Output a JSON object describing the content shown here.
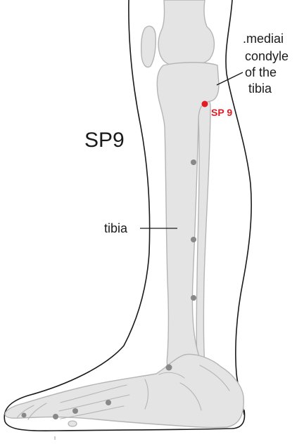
{
  "diagram": {
    "point_code": "SP9",
    "point_marker_label": "SP 9",
    "labels": {
      "condyle_line1": ".mediai",
      "condyle_line2": "condyle",
      "condyle_line3": "of the",
      "condyle_line4": "tibia",
      "tibia": "tibia"
    },
    "colors": {
      "point_highlight": "#e31b23",
      "bone_fill": "#e4e4e4",
      "bone_stroke": "#b5b5b5",
      "outline": "#1a1a1a",
      "dot": "#888888",
      "text": "#1a1a1a"
    }
  }
}
